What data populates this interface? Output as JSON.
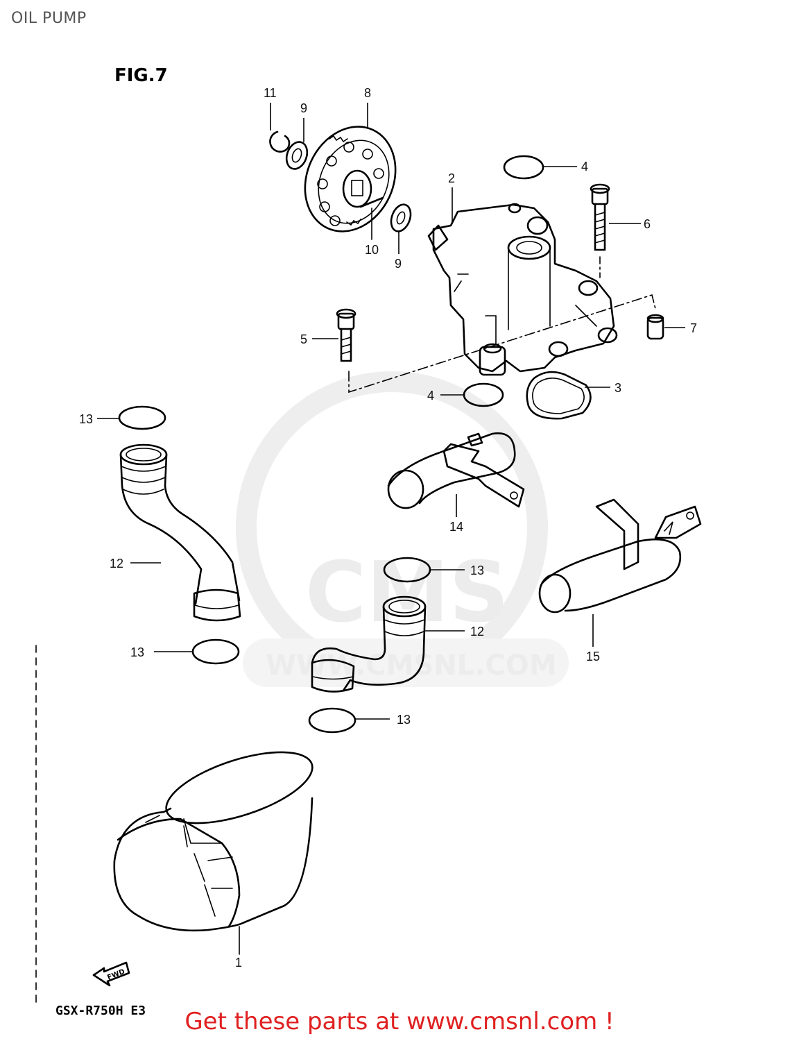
{
  "page_title": "OIL PUMP",
  "figure_label": "FIG.7",
  "model_code": "GSX-R750H E3",
  "watermark": {
    "site": "WWW.CMSNL.COM",
    "brand": "CMS"
  },
  "banner": "Get these parts at www.cmsnl.com !",
  "arrow_label": "FWD",
  "callouts": {
    "c1": "1",
    "c2": "2",
    "c3": "3",
    "c4a": "4",
    "c4b": "4",
    "c5": "5",
    "c6": "6",
    "c7": "7",
    "c8": "8",
    "c9a": "9",
    "c9b": "9",
    "c10": "10",
    "c11": "11",
    "c12a": "12",
    "c12b": "12",
    "c13a": "13",
    "c13b": "13",
    "c13c": "13",
    "c13d": "13",
    "c14": "14",
    "c15": "15"
  },
  "colors": {
    "banner": "#e02020",
    "title": "#555555",
    "watermark": "#ececec"
  }
}
